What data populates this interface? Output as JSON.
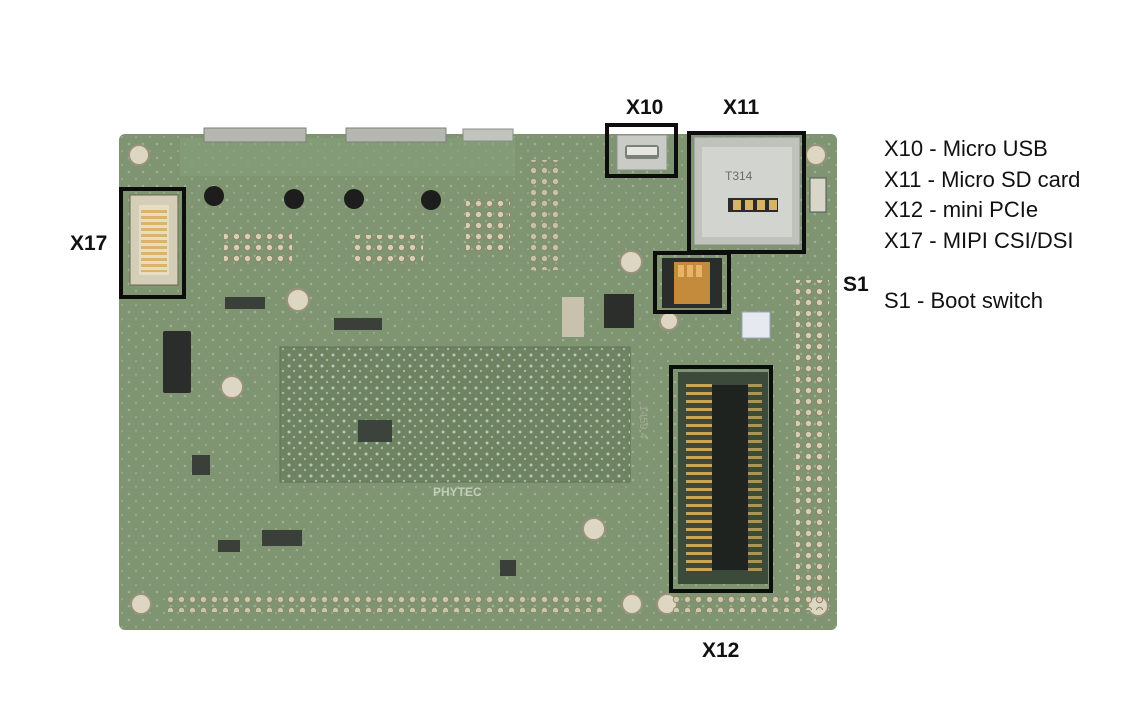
{
  "board": {
    "silkscreen_brand": "PHYTEC",
    "sd_slot_marking": "T314",
    "cpu_area_marking": "1459.4"
  },
  "callouts": {
    "x10": "X10",
    "x11": "X11",
    "x17": "X17",
    "s1": "S1",
    "x12": "X12"
  },
  "legend": {
    "items": [
      "X10 - Micro USB",
      "X11 - Micro SD card",
      "X12 - mini PCIe",
      "X17 - MIPI CSI/DSI",
      "S1 - Boot switch"
    ]
  },
  "colors": {
    "pcb": "#7f9572",
    "pcb_dark": "#6d8362",
    "highlight_box": "#0d0d0d",
    "text": "#111111"
  }
}
